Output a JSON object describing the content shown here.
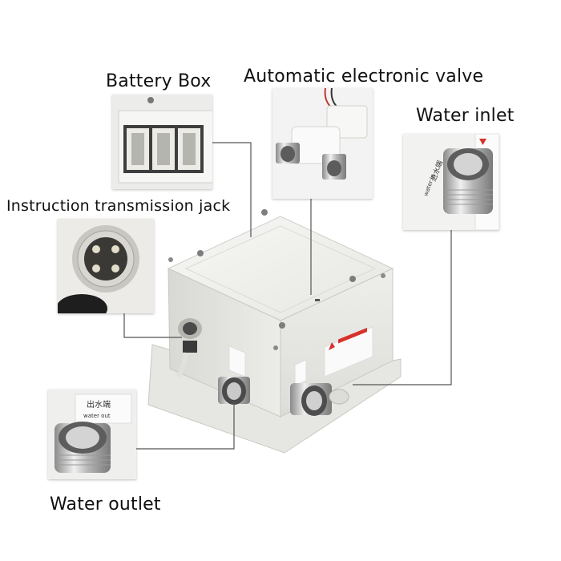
{
  "labels": {
    "battery_box": "Battery Box",
    "valve": "Automatic electronic valve",
    "water_inlet": "Water inlet",
    "jack": "Instruction transmission jack",
    "water_outlet": "Water outlet"
  },
  "stickers": {
    "inlet_cn": "进水端",
    "inlet_en": "water in",
    "outlet_cn": "出水端",
    "outlet_en": "water out"
  },
  "colors": {
    "housing": "#f1f1ee",
    "metal": "#c8c8c8",
    "leader_line": "#555555",
    "warning": "#d6322b"
  }
}
